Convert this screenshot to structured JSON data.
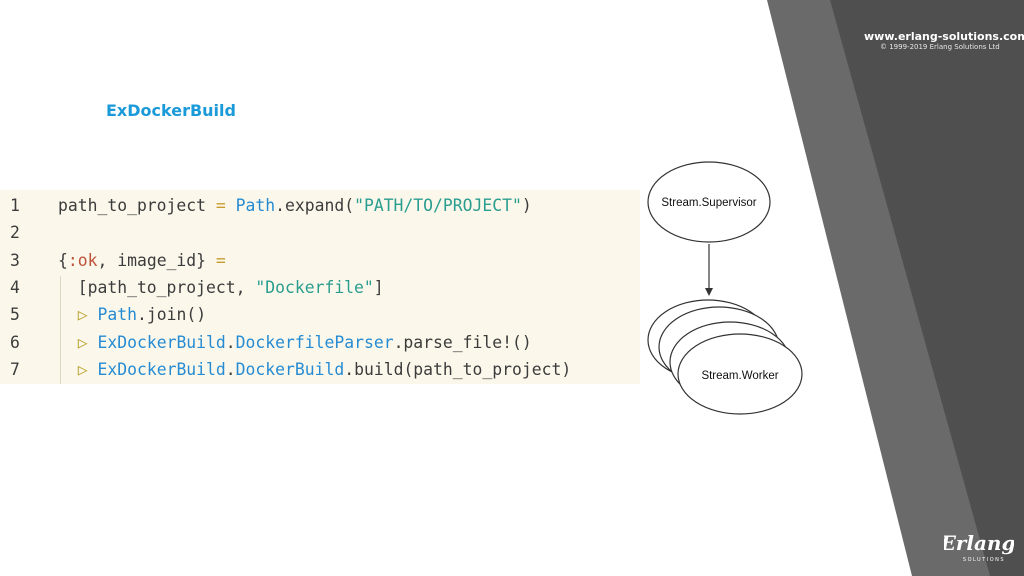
{
  "header": {
    "site_url": "www.erlang-solutions.com",
    "copyright": "© 1999-2019 Erlang Solutions Ltd"
  },
  "slide": {
    "title": "ExDockerBuild"
  },
  "code": {
    "lines": [
      {
        "number": "1",
        "tokens": [
          {
            "t": "path_to_project ",
            "c": "plain"
          },
          {
            "t": "=",
            "c": "op"
          },
          {
            "t": " ",
            "c": "plain"
          },
          {
            "t": "Path",
            "c": "mod"
          },
          {
            "t": ".expand(",
            "c": "plain"
          },
          {
            "t": "\"PATH/TO/PROJECT\"",
            "c": "str"
          },
          {
            "t": ")",
            "c": "plain"
          }
        ]
      },
      {
        "number": "2",
        "tokens": []
      },
      {
        "number": "3",
        "tokens": [
          {
            "t": "{",
            "c": "plain"
          },
          {
            "t": ":ok",
            "c": "atom"
          },
          {
            "t": ", image_id} ",
            "c": "plain"
          },
          {
            "t": "=",
            "c": "op"
          }
        ]
      },
      {
        "number": "4",
        "tokens": [
          {
            "t": "  [path_to_project, ",
            "c": "plain"
          },
          {
            "t": "\"Dockerfile\"",
            "c": "str"
          },
          {
            "t": "]",
            "c": "plain"
          }
        ]
      },
      {
        "number": "5",
        "tokens": [
          {
            "t": "  ",
            "c": "plain"
          },
          {
            "t": "▷",
            "c": "pipe"
          },
          {
            "t": " ",
            "c": "plain"
          },
          {
            "t": "Path",
            "c": "mod"
          },
          {
            "t": ".join()",
            "c": "plain"
          }
        ]
      },
      {
        "number": "6",
        "tokens": [
          {
            "t": "  ",
            "c": "plain"
          },
          {
            "t": "▷",
            "c": "pipe"
          },
          {
            "t": " ",
            "c": "plain"
          },
          {
            "t": "ExDockerBuild",
            "c": "mod"
          },
          {
            "t": ".",
            "c": "plain"
          },
          {
            "t": "DockerfileParser",
            "c": "mod"
          },
          {
            "t": ".parse_file!()",
            "c": "plain"
          }
        ]
      },
      {
        "number": "7",
        "tokens": [
          {
            "t": "  ",
            "c": "plain"
          },
          {
            "t": "▷",
            "c": "pipe"
          },
          {
            "t": " ",
            "c": "plain"
          },
          {
            "t": "ExDockerBuild",
            "c": "mod"
          },
          {
            "t": ".",
            "c": "plain"
          },
          {
            "t": "DockerBuild",
            "c": "mod"
          },
          {
            "t": ".build(path_to_project)",
            "c": "plain"
          }
        ]
      }
    ]
  },
  "diagram": {
    "supervisor_label": "Stream.Supervisor",
    "worker_label": "Stream.Worker"
  },
  "logo": {
    "wordmark": "Erlang",
    "tagline": "SOLUTIONS"
  },
  "colors": {
    "accent": "#1a9ad9",
    "stripe_light": "#6a6a6a",
    "stripe_dark": "#4a4a4a",
    "code_background": "#fbf8eb"
  }
}
